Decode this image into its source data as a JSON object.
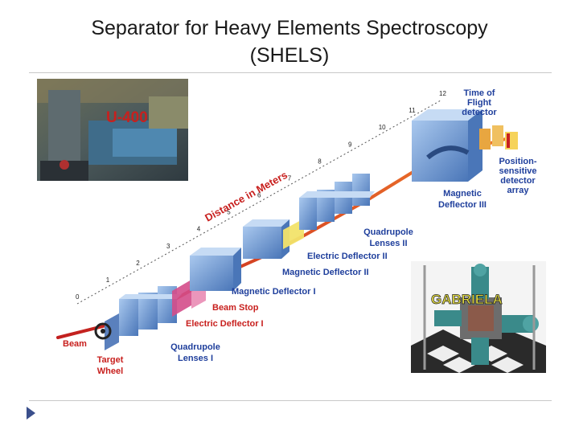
{
  "slide": {
    "title_line1": "Separator for Heavy Elements Spectroscopy",
    "title_line2": "(SHELS)"
  },
  "photo_left": {
    "label": "U-400"
  },
  "photo_right": {
    "label": "GABRIELA"
  },
  "labels": {
    "tof": [
      "Time of",
      "Flight",
      "detector"
    ],
    "psd": [
      "Position-",
      "sensitive",
      "detector",
      "array"
    ],
    "md3": [
      "Magnetic",
      "Deflector III"
    ],
    "quad2": [
      "Quadrupole",
      "Lenses II"
    ],
    "ed2": "Electric Deflector II",
    "md2": "Magnetic Deflector II",
    "md1": "Magnetic Deflector I",
    "beamstop": "Beam Stop",
    "ed1": "Electric Deflector I",
    "beam": "Beam",
    "target": [
      "Target",
      "Wheel"
    ],
    "quad1": [
      "Quadrupole",
      "Lenses I"
    ],
    "distance": "Distance in Meters"
  },
  "scale_ticks": [
    "0",
    "1",
    "2",
    "3",
    "4",
    "5",
    "6",
    "7",
    "8",
    "9",
    "10",
    "11",
    "12"
  ],
  "colors": {
    "label_blue": "#1f3f9c",
    "label_red": "#c8201e",
    "beam": "#d63a2a",
    "module": "#7ea6d8",
    "module_dark": "#4a76b8"
  }
}
